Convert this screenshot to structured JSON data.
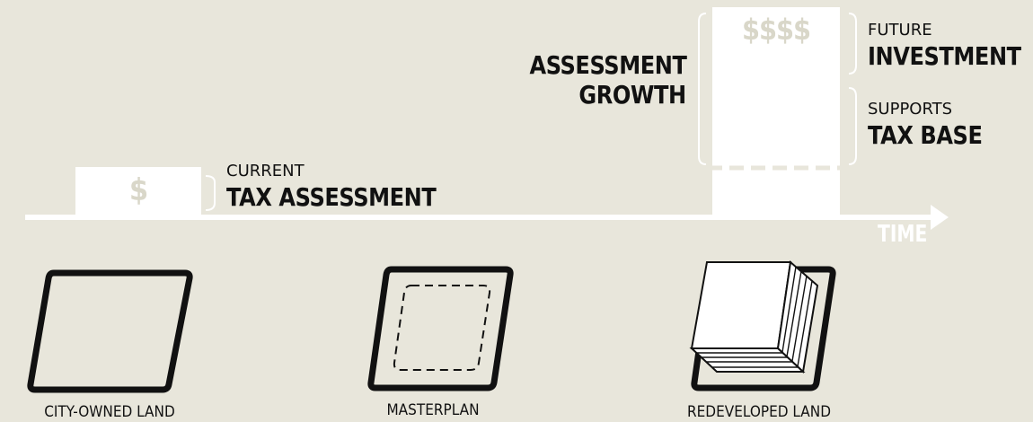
{
  "bars": {
    "current_symbol": "$",
    "future_symbol": "$$$$"
  },
  "labels": {
    "current_small": "CURRENT",
    "current_big": "TAX ASSESSMENT",
    "growth_line1": "ASSESSMENT",
    "growth_line2": "GROWTH",
    "future_small": "FUTURE",
    "future_big": "INVESTMENT",
    "supports_small": "SUPPORTS",
    "supports_big": "TAX BASE",
    "time": "TIME"
  },
  "stages": [
    {
      "caption": "CITY-OWNED LAND"
    },
    {
      "caption": "MASTERPLAN"
    },
    {
      "caption": "REDEVELOPED LAND"
    }
  ],
  "colors": {
    "background": "#e8e6db",
    "bar": "#ffffff",
    "ink": "#111111",
    "faint": "#d9d7c9"
  }
}
